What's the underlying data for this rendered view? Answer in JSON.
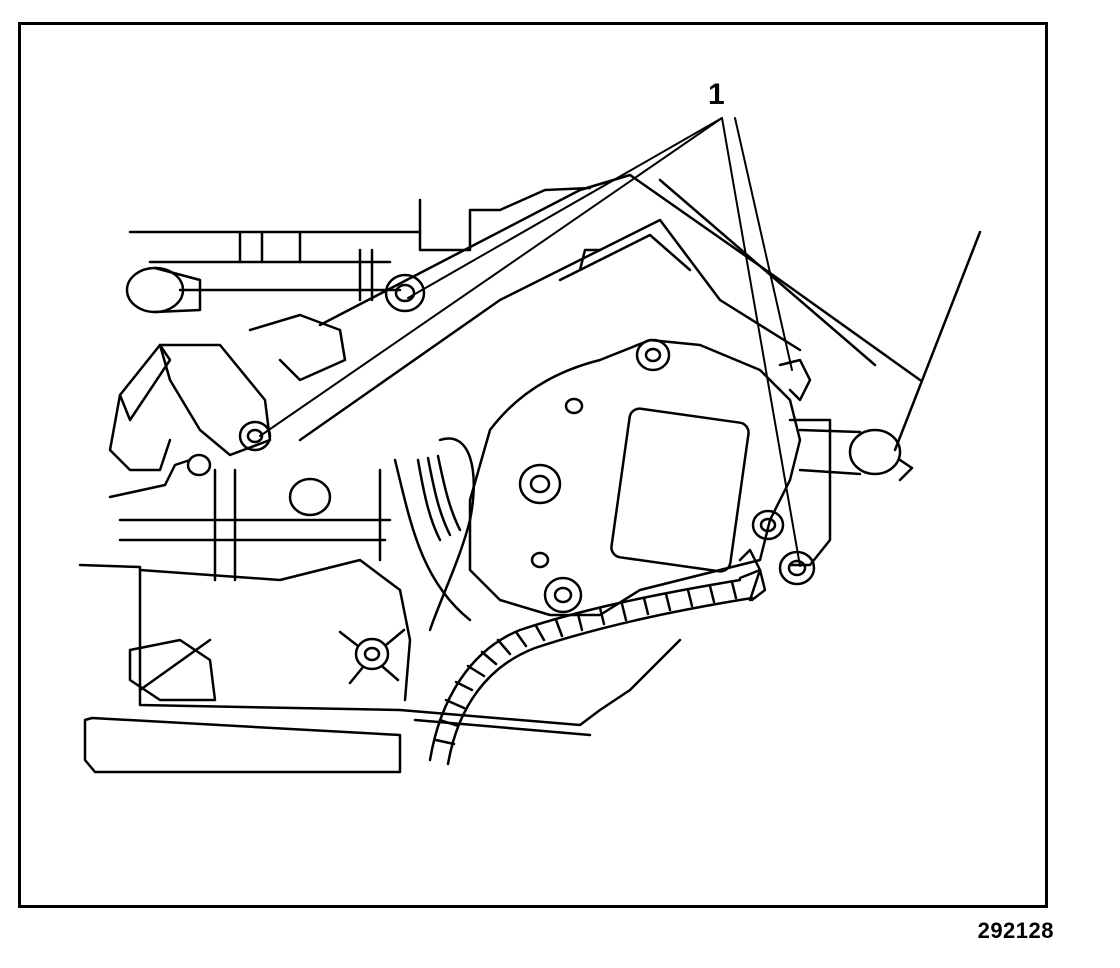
{
  "figure": {
    "callout_number": "1",
    "figure_id": "292128"
  },
  "colors": {
    "ink": "#000000",
    "paper": "#ffffff"
  },
  "parts": {
    "callouts": [
      "fastener-1a",
      "fastener-1b",
      "fastener-1c"
    ],
    "icons": [
      "actuator-housing",
      "wiring-harness",
      "mounting-screw",
      "wing-nut",
      "duct-assembly"
    ]
  }
}
